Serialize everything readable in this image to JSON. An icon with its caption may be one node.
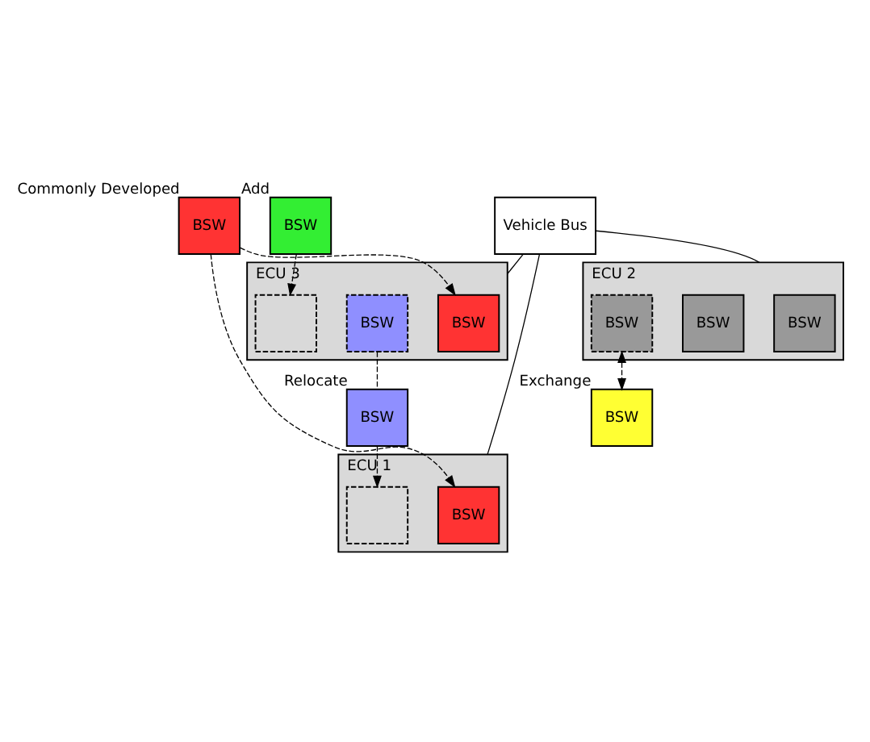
{
  "diagram": {
    "nodes": [
      {
        "text": [
          "BSW"
        ],
        "beside": [
          "Commonly Developed"
        ]
      },
      {
        "text": [
          "ECU 1"
        ]
      },
      {
        "text": [
          "BSW"
        ],
        "in": 1
      },
      {
        "text": [],
        "shape": "box",
        "in": 1
      },
      {
        "text": [
          "BSW"
        ],
        "beside": [
          "Relocate"
        ]
      },
      {
        "text": [
          "Vehicle Bus"
        ]
      },
      {
        "text": [
          "ECU 2"
        ]
      },
      {
        "text": [
          "BSW"
        ],
        "in": 6
      },
      {
        "text": [
          "BSW"
        ],
        "in": 6
      },
      {
        "text": [
          "BSW"
        ],
        "in": 6
      },
      {
        "text": [
          "ECU 3"
        ]
      },
      {
        "text": [
          "BSW"
        ],
        "in": 10
      },
      {
        "text": [
          "BSW"
        ],
        "in": 10
      },
      {
        "text": [],
        "shape": "box",
        "in": 10
      },
      {
        "text": [
          "BSW"
        ],
        "beside": [
          "Exchange"
        ]
      },
      {
        "text": [
          "BSW"
        ],
        "beside": [
          "Add"
        ]
      }
    ],
    "edges": [
      {
        "from": 0,
        "to": 2,
        "arrow": "to",
        "style": "dashed"
      },
      {
        "from": 0,
        "to": 11,
        "arrow": "to",
        "style": "dashed"
      },
      {
        "from": 4,
        "to": 3,
        "arrow": "to",
        "style": "dashed"
      },
      {
        "from": 12,
        "to": 4,
        "arrow": "none",
        "style": "dashed"
      },
      {
        "from": 5,
        "to": 1,
        "arrow": "none"
      },
      {
        "from": 5,
        "to": 6,
        "arrow": "none"
      },
      {
        "from": 5,
        "to": 10,
        "arrow": "none"
      },
      {
        "from": 9,
        "to": 14,
        "arrow": "both",
        "style": "dashed"
      },
      {
        "from": 15,
        "to": 13,
        "arrow": "to",
        "style": "dashed"
      }
    ]
  }
}
